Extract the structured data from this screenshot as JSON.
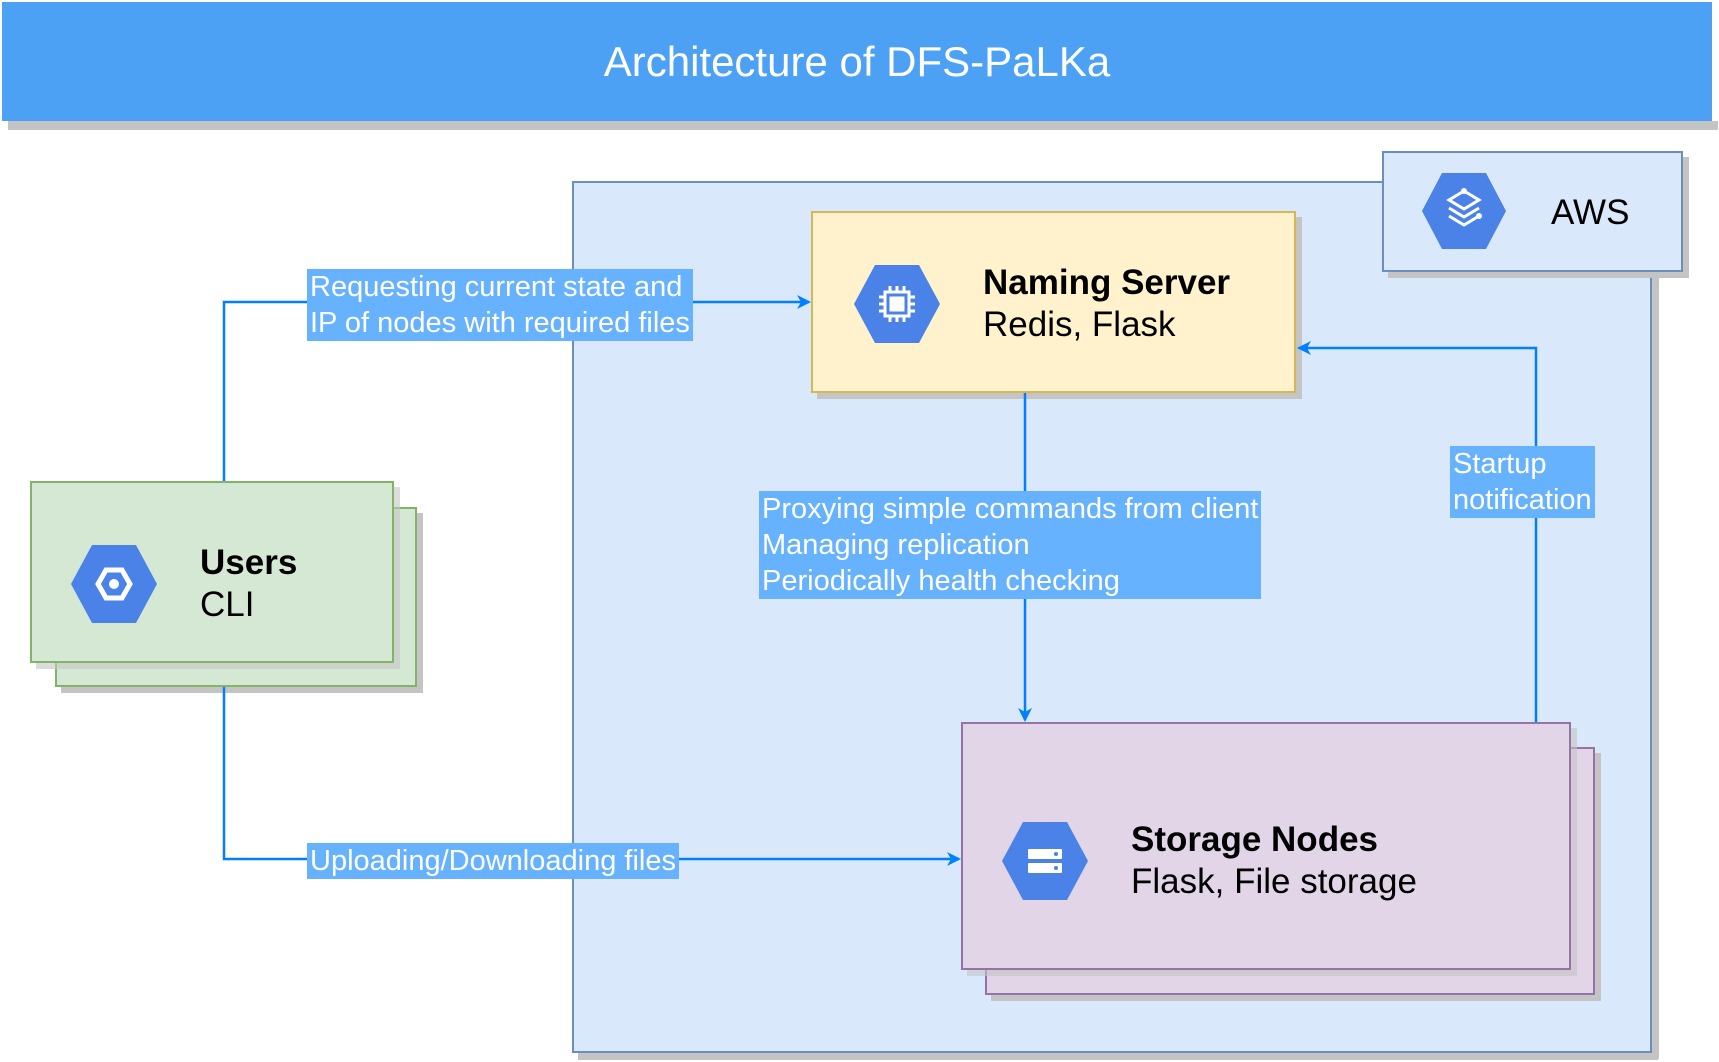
{
  "title": "Architecture of DFS-PaLKa",
  "aws": {
    "label": "AWS",
    "icon": "cloud-layers-icon"
  },
  "naming_server": {
    "name": "Naming Server",
    "tech": "Redis, Flask",
    "icon": "chip-icon"
  },
  "users": {
    "name": "Users",
    "tech": "CLI",
    "icon": "network-hex-icon"
  },
  "storage_nodes": {
    "name": "Storage Nodes",
    "tech": "Flask, File storage",
    "icon": "storage-icon"
  },
  "edges": {
    "request_state": {
      "line1": "Requesting current state and",
      "line2": "IP of nodes with required files"
    },
    "proxying": {
      "line1": "Proxying simple commands from client",
      "line2": "Managing replication",
      "line3": "Periodically health checking"
    },
    "startup": {
      "line1": "Startup",
      "line2": "notification"
    },
    "upload_download": {
      "line1": "Uploading/Downloading files"
    }
  },
  "colors": {
    "title_bar": "#4da1f5",
    "aws_fill": "#dae8fc",
    "naming_fill": "#fff2cc",
    "users_fill": "#d5e8d4",
    "storage_fill": "#e1d5e7",
    "edge": "#007fff",
    "icon_blue": "#4a82e8"
  }
}
